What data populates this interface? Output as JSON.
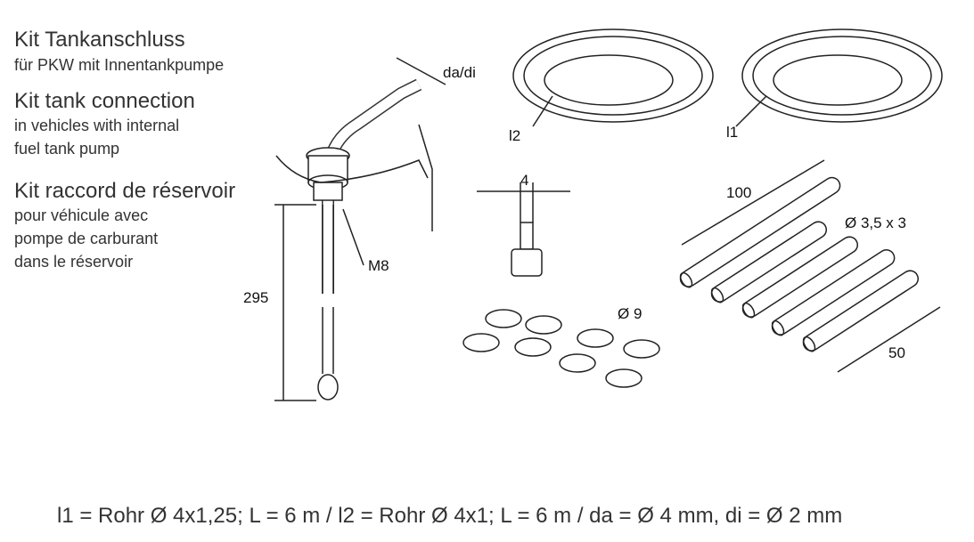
{
  "title_de": "Kit Tankanschluss",
  "subtitle_de": "für PKW mit Innentankpumpe",
  "title_en": "Kit tank connection",
  "subtitle_en_1": "in vehicles with internal",
  "subtitle_en_2": "fuel tank pump",
  "title_fr": "Kit raccord de réservoir",
  "subtitle_fr_1": "pour véhicule avec",
  "subtitle_fr_2": "pompe de carburant",
  "subtitle_fr_3": "dans le réservoir",
  "labels": {
    "da_di": "da/di",
    "l2": "l2",
    "l1": "l1",
    "m8": "M8",
    "length_295": "295",
    "fitting_4": "4",
    "clamp_dia": "Ø 9",
    "tube_length_100": "100",
    "tube_dia": "Ø 3,5 x 3",
    "tube_length_50": "50"
  },
  "footer": "l1 = Rohr Ø 4x1,25; L = 6 m / l2 = Rohr Ø 4x1; L = 6 m / da = Ø 4 mm, di = Ø 2 mm"
}
